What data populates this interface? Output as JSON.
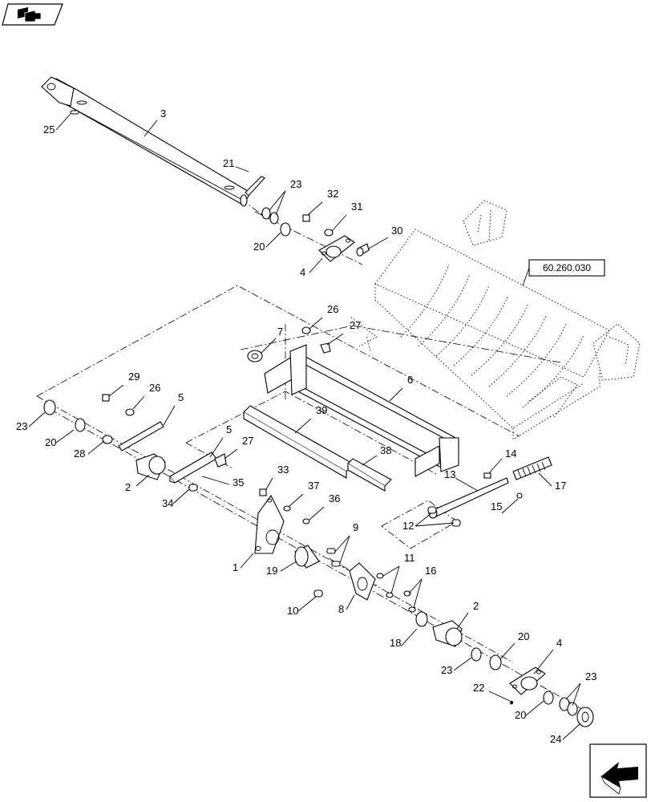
{
  "diagram": {
    "reference_label": "60.260.030",
    "callouts": [
      {
        "id": "c1",
        "text": "1"
      },
      {
        "id": "c2a",
        "text": "2"
      },
      {
        "id": "c2b",
        "text": "2"
      },
      {
        "id": "c3",
        "text": "3"
      },
      {
        "id": "c4a",
        "text": "4"
      },
      {
        "id": "c4b",
        "text": "4"
      },
      {
        "id": "c5a",
        "text": "5"
      },
      {
        "id": "c5b",
        "text": "5"
      },
      {
        "id": "c6",
        "text": "6"
      },
      {
        "id": "c7",
        "text": "7"
      },
      {
        "id": "c8",
        "text": "8"
      },
      {
        "id": "c9",
        "text": "9"
      },
      {
        "id": "c10",
        "text": "10"
      },
      {
        "id": "c11",
        "text": "11"
      },
      {
        "id": "c12",
        "text": "12"
      },
      {
        "id": "c13",
        "text": "13"
      },
      {
        "id": "c14",
        "text": "14"
      },
      {
        "id": "c15",
        "text": "15"
      },
      {
        "id": "c16",
        "text": "16"
      },
      {
        "id": "c17",
        "text": "17"
      },
      {
        "id": "c18",
        "text": "18"
      },
      {
        "id": "c19",
        "text": "19"
      },
      {
        "id": "c20a",
        "text": "20"
      },
      {
        "id": "c20b",
        "text": "20"
      },
      {
        "id": "c20c",
        "text": "20"
      },
      {
        "id": "c20d",
        "text": "20"
      },
      {
        "id": "c21",
        "text": "21"
      },
      {
        "id": "c22",
        "text": "22"
      },
      {
        "id": "c23a",
        "text": "23"
      },
      {
        "id": "c23b",
        "text": "23"
      },
      {
        "id": "c23c",
        "text": "23"
      },
      {
        "id": "c23d",
        "text": "23"
      },
      {
        "id": "c24",
        "text": "24"
      },
      {
        "id": "c25",
        "text": "25"
      },
      {
        "id": "c26a",
        "text": "26"
      },
      {
        "id": "c26b",
        "text": "26"
      },
      {
        "id": "c27a",
        "text": "27"
      },
      {
        "id": "c27b",
        "text": "27"
      },
      {
        "id": "c28",
        "text": "28"
      },
      {
        "id": "c29",
        "text": "29"
      },
      {
        "id": "c30",
        "text": "30"
      },
      {
        "id": "c31",
        "text": "31"
      },
      {
        "id": "c32",
        "text": "32"
      },
      {
        "id": "c33",
        "text": "33"
      },
      {
        "id": "c34",
        "text": "34"
      },
      {
        "id": "c35",
        "text": "35"
      },
      {
        "id": "c36",
        "text": "36"
      },
      {
        "id": "c37",
        "text": "37"
      },
      {
        "id": "c38",
        "text": "38"
      },
      {
        "id": "c39",
        "text": "39"
      }
    ]
  },
  "icons": {
    "top_left": "book-navigation-icon",
    "bottom_right": "previous-page-arrow-icon"
  }
}
